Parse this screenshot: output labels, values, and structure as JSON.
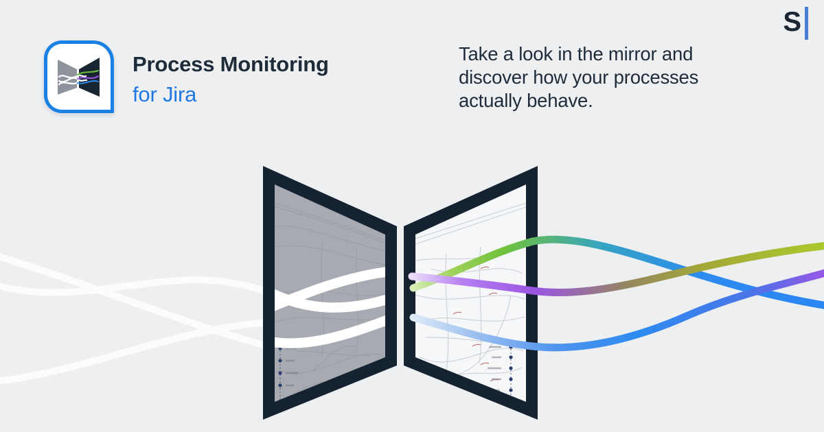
{
  "app": {
    "title": "Process Monitoring",
    "subtitle": "for Jira"
  },
  "headline": {
    "lines": [
      "Take a look in the mirror and",
      "discover how your processes",
      "actually behave."
    ]
  },
  "brand": {
    "mark": "S"
  },
  "colors": {
    "background": "#edeff1",
    "text_navy": "#1e2b39",
    "accent_blue": "#2278e2",
    "logo_border_blue": "#1a80e4",
    "brand_navy": "#1b2734",
    "brand_bar_blue": "#4a7fd4",
    "frame_navy": "#142231",
    "panel_gray": "#a7aab1",
    "panel_light": "#f6f7f8",
    "wave_white": "#fbfcfd",
    "green": "#6fc13c",
    "green_pale": "#d4ecb4",
    "lime": "#abc92c",
    "teal": "#35a3c4",
    "purple": "#9a55e4",
    "purple_pale": "#eadcfa",
    "blue": "#2e8bf0",
    "blue_pale": "#dce9f8",
    "dot_navy": "#2c3e6e"
  }
}
